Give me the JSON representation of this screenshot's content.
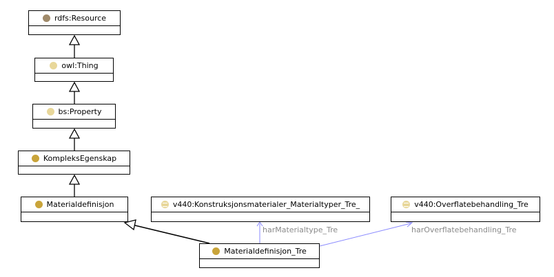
{
  "colors": {
    "resource_dot": "#a08a6a",
    "thing_dot": "#e8d79a",
    "property_dot": "#e8d79a",
    "class_dot": "#c9a43a",
    "datatype_dot": "#e8d79a",
    "object_property_line": "#8a8aff",
    "subclass_line": "#000000"
  },
  "nodes": {
    "rdfs_resource": {
      "label": "rdfs:Resource",
      "icon": "class-icon"
    },
    "owl_thing": {
      "label": "owl:Thing",
      "icon": "class-icon"
    },
    "bs_property": {
      "label": "bs:Property",
      "icon": "class-icon"
    },
    "kompleks_egenskap": {
      "label": "KompleksEgenskap",
      "icon": "class-icon"
    },
    "materialdefinisjon": {
      "label": "Materialdefinisjon",
      "icon": "class-icon"
    },
    "materialdefinisjon_tre": {
      "label": "Materialdefinisjon_Tre",
      "icon": "class-icon"
    },
    "konstruksjonsmaterialer": {
      "label": "v440:Konstruksjonsmaterialer_Materialtyper_Tre_",
      "icon": "enumeration-icon"
    },
    "overflatebehandling": {
      "label": "v440:Overflatebehandling_Tre",
      "icon": "enumeration-icon"
    }
  },
  "edges": {
    "har_materialtype": {
      "label": "harMaterialtype_Tre"
    },
    "har_overflatebehandling": {
      "label": "harOverflatebehandling_Tre"
    }
  }
}
